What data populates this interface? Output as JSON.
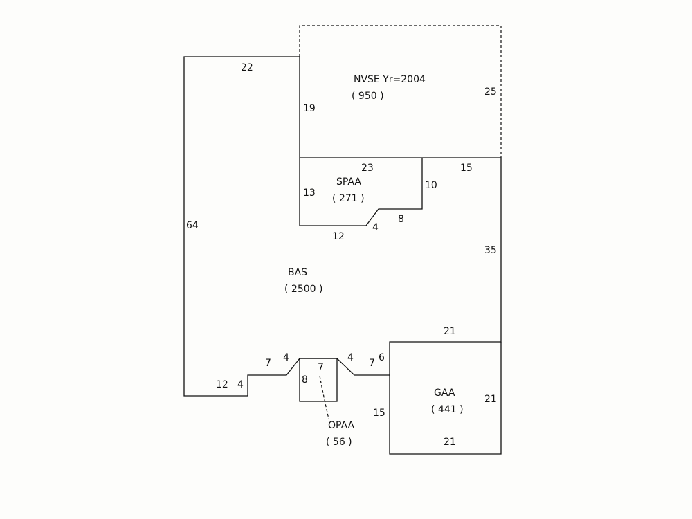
{
  "areas": {
    "nvse": {
      "name": "NVSE Yr=2004",
      "size": "( 950 )"
    },
    "spaa": {
      "name": "SPAA",
      "size": "( 271 )"
    },
    "bas": {
      "name": "BAS",
      "size": "( 2500 )"
    },
    "gaa": {
      "name": "GAA",
      "size": "( 441 )"
    },
    "opaa": {
      "name": "OPAA",
      "size": "( 56 )"
    }
  },
  "dimensions": {
    "bas_top": "22",
    "bas_left": "64",
    "bas_bottom_left": "12",
    "bas_step_left": "4",
    "bas_step_run": "7",
    "bas_step_diag": "4",
    "bas_right": "35",
    "bas_right_top": "15",
    "nvse_left": "19",
    "nvse_right": "25",
    "spaa_top": "23",
    "spaa_left": "13",
    "spaa_right": "10",
    "spaa_bottom": "12",
    "spaa_diag": "4",
    "spaa_step": "8",
    "opaa_left": "8",
    "opaa_top": "7",
    "right_step_diag": "4",
    "right_step_run": "7",
    "gaa_left_upper": "6",
    "gaa_top": "21",
    "gaa_right": "21",
    "gaa_bottom": "21",
    "gaa_left": "15"
  }
}
